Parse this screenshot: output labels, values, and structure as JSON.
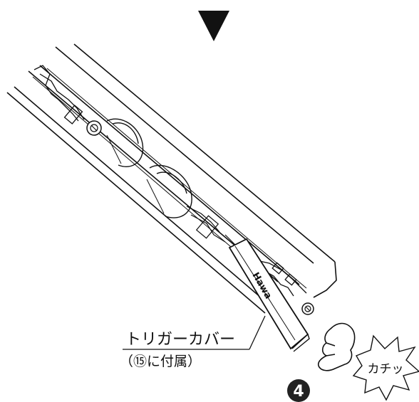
{
  "callout": {
    "line1": "トリガーカバー",
    "line2": "（⑮に付属）"
  },
  "step": {
    "number": "4"
  },
  "sound": {
    "text": "カチッ"
  },
  "part_marking": {
    "text": "Hawa"
  },
  "colors": {
    "ink": "#111111",
    "background": "#ffffff",
    "badge": "#222222"
  }
}
